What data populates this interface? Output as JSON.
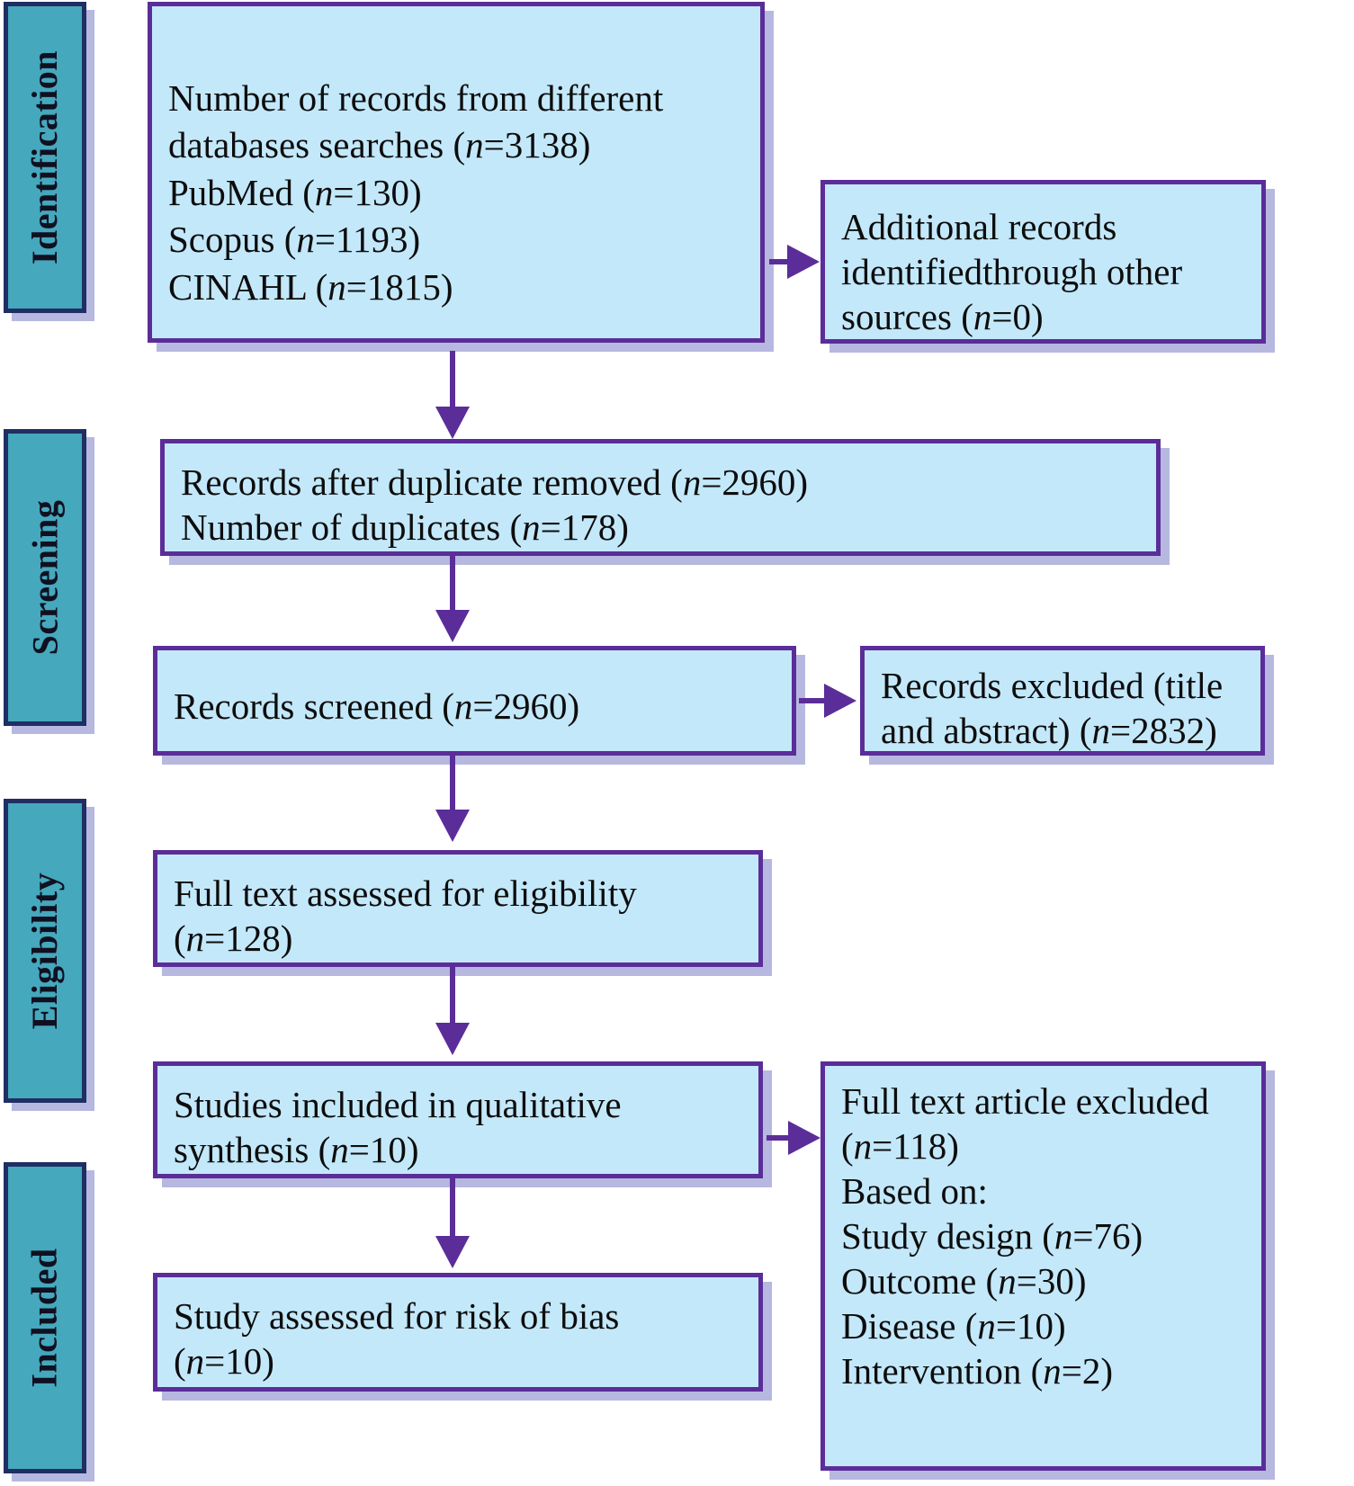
{
  "diagram": {
    "type": "prisma-flow-diagram",
    "colors": {
      "box_fill": "#C3E8FA",
      "box_border": "#5B2D99",
      "box_shadow": "#B6B8E0",
      "tab_fill": "#45A8BD",
      "tab_border": "#1F2E63",
      "connector": "#5B2D99",
      "text": "#0D0D0D"
    },
    "stages": [
      {
        "id": "identification",
        "label": "Identification"
      },
      {
        "id": "screening",
        "label": "Screening"
      },
      {
        "id": "eligibility",
        "label": "Eligibility"
      },
      {
        "id": "included",
        "label": "Included"
      }
    ],
    "boxes": {
      "records_identified": {
        "text": "Number of records from different\ndatabases searches (n=3138)\n   PubMed (n=130)\n   Scopus (n=1193)\n   CINAHL (n=1815)",
        "counts": {
          "total": 3138,
          "PubMed": 130,
          "Scopus": 1193,
          "CINAHL": 1815
        }
      },
      "additional_records": {
        "text": "Additional records\n  identifiedthrough other\nsources (n=0)",
        "counts": {
          "n": 0
        }
      },
      "after_duplicates": {
        "text": "Records after duplicate removed (n=2960)\nNumber of duplicates (n=178)",
        "counts": {
          "after_duplicates": 2960,
          "duplicates": 178
        }
      },
      "records_screened": {
        "text": "Records screened (n=2960)",
        "counts": {
          "n": 2960
        }
      },
      "records_excluded": {
        "text": "Records excluded (title\nand abstract) (n=2832)",
        "counts": {
          "n": 2832
        }
      },
      "full_text_assessed": {
        "text": "Full text assessed for eligibility\n  (n=128)",
        "counts": {
          "n": 128
        }
      },
      "qualitative_synthesis": {
        "text": "Studies included in qualitative\nsynthesis (n=10)",
        "counts": {
          "n": 10
        }
      },
      "full_text_excluded": {
        "text": "Full text article excluded\n  (n=118)\nBased on:\n  Study design (n=76)\n  Outcome (n=30)\n  Disease (n=10)\n  Intervention (n=2)",
        "counts": {
          "total": 118,
          "study_design": 76,
          "outcome": 30,
          "disease": 10,
          "intervention": 2
        }
      },
      "risk_of_bias": {
        "text": "Study assessed for risk of bias\n  (n=10)",
        "counts": {
          "n": 10
        }
      }
    }
  }
}
